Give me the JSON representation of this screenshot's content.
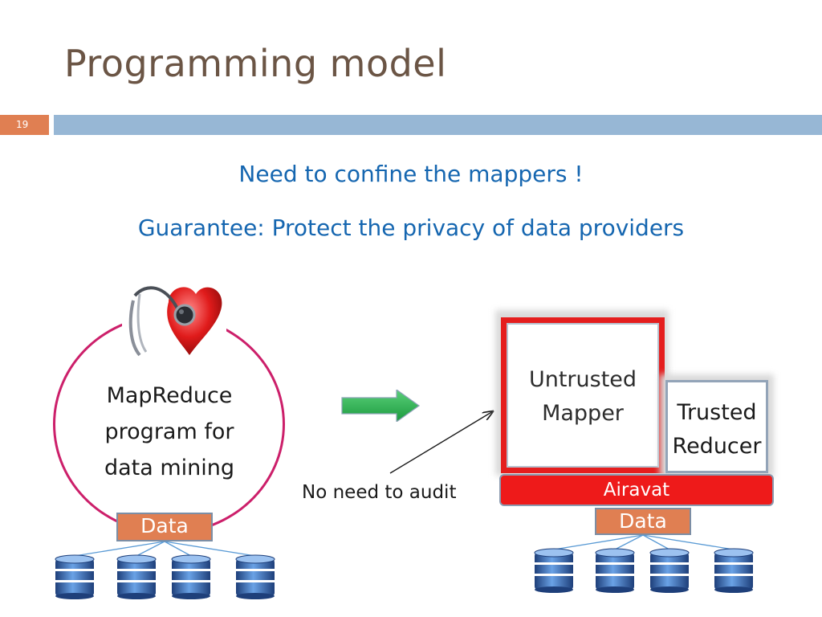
{
  "slide": {
    "title": "Programming model",
    "number": "19",
    "headline": "Need to confine the mappers !",
    "subheadline": "Guarantee: Protect the privacy of data providers"
  },
  "left_diagram": {
    "program_label_lines": [
      "MapReduce",
      "program for",
      "data mining"
    ],
    "data_label": "Data",
    "icon": "heart-stethoscope-icon",
    "database_icon": "database-icon",
    "database_count": 4
  },
  "transition": {
    "arrow_icon": "green-right-arrow-icon",
    "annotation": "No need to audit"
  },
  "right_diagram": {
    "mapper_label_lines": [
      "Untrusted",
      "Mapper"
    ],
    "reducer_label_lines": [
      "Trusted",
      "Reducer"
    ],
    "platform_label": "Airavat",
    "data_label": "Data",
    "database_icon": "database-icon",
    "database_count": 4
  },
  "colors": {
    "title": "#6b5545",
    "accent_orange": "#e07f52",
    "rule_blue": "#97b7d5",
    "headline_blue": "#1566b0",
    "circle_magenta": "#cc1f6a",
    "untrusted_red": "#e51e1e",
    "airavat_red": "#ee1a1a",
    "arrow_green": "#2bb24c"
  }
}
